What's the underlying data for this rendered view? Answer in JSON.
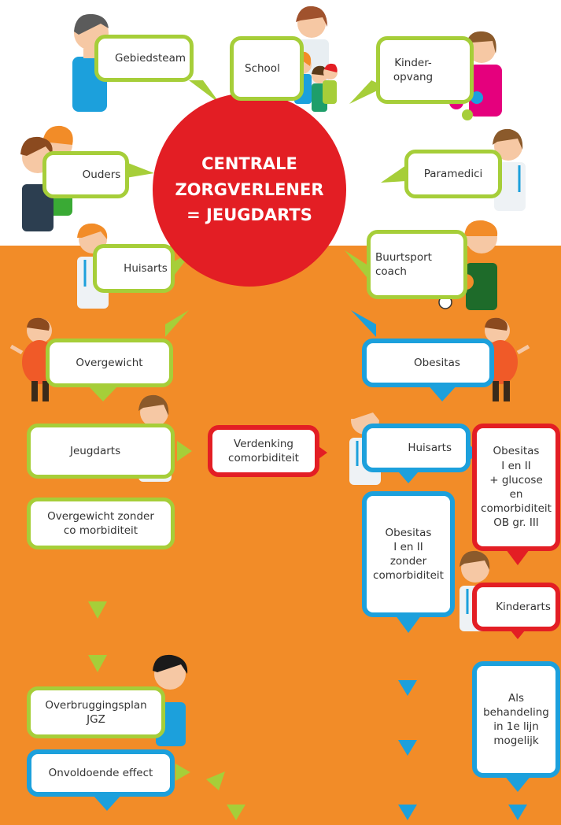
{
  "colors": {
    "green": "#a6ce39",
    "blue": "#1ca0dc",
    "red": "#e31e24",
    "orange": "#f28c28"
  },
  "center": {
    "text": "CENTRALE\nZORGVERLENER\n= JEUGDARTS"
  },
  "top_partners": {
    "gebiedsteam": "Gebiedsteam",
    "school": "School",
    "kinderopvang": "Kinder-\nopvang",
    "ouders": "Ouders",
    "paramedici": "Paramedici",
    "huisarts": "Huisarts",
    "buurtsport": "Buurtsport\ncoach"
  },
  "left_flow": {
    "overgewicht": "Overgewicht",
    "jeugdarts": "Jeugdarts",
    "zonder_co": "Overgewicht zonder\nco morbiditeit",
    "overbrugging": "Overbruggingsplan\nJGZ",
    "onvoldoende": "Onvoldoende effect"
  },
  "middle": {
    "verdenking": "Verdenking\ncomorbiditeit"
  },
  "right_flow": {
    "obesitas": "Obesitas",
    "huisarts": "Huisarts",
    "ob_zonder": "Obesitas\nI en II\nzonder\ncomorbiditeit",
    "ob_glucose": "Obesitas\nI en II\n+ glucose\nen\ncomorbiditeit\nOB gr. III",
    "kinderarts": "Kinderarts",
    "behandeling": "Als\nbehandeling\nin 1e lijn\nmogelijk"
  },
  "icons": [
    "person-icon",
    "child-icon",
    "doctor-icon",
    "ball-icon"
  ]
}
